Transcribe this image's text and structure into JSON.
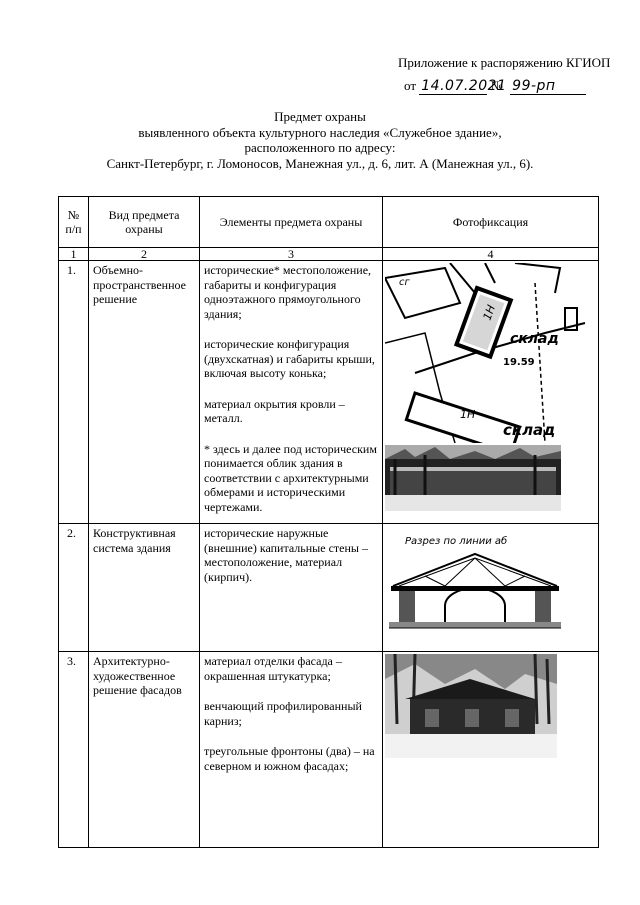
{
  "header": {
    "appendix_title": "Приложение к распоряжению КГИОП",
    "from_label": "от",
    "date_handwritten": "14.07.2021",
    "number_label": "№",
    "number_handwritten": "99-рп"
  },
  "heading": {
    "line1": "Предмет охраны",
    "line2": "выявленного объекта культурного наследия «Служебное здание»,",
    "line3": "расположенного по адресу:",
    "line4": "Санкт-Петербург, г. Ломоносов, Манежная ул., д. 6, лит. А (Манежная ул., 6)."
  },
  "table": {
    "columns": [
      "№ п/п",
      "Вид предмета охраны",
      "Элементы предмета охраны",
      "Фотофиксация"
    ],
    "column_numbers": [
      "1",
      "2",
      "3",
      "4"
    ],
    "rows": [
      {
        "num": "1.",
        "type": "Объемно-пространственное решение",
        "elements": [
          "исторические* местоположение, габариты и конфигурация одноэтажного прямоугольного здания;",
          "исторические конфигурация (двухскатная) и габариты крыши, включая высоту конька;",
          "материал окрытия кровли – металл.",
          "* здесь и далее под историческим понимается облик здания в соответствии с архитектурными обмерами и историческими чертежами."
        ],
        "map_labels": {
          "a": "сг",
          "b": "1Н",
          "c": "склад",
          "d": "19.59",
          "e": "1Н",
          "f": "склад"
        }
      },
      {
        "num": "2.",
        "type": "Конструктивная система здания",
        "elements": [
          "исторические наружные (внешние)  капитальные стены – местоположение, материал (кирпич)."
        ],
        "drawing_caption": "Разрез по линии аб"
      },
      {
        "num": "3.",
        "type": "Архитектурно-художественное решение фасадов",
        "elements": [
          "материал отделки фасада – окрашенная штукатурка;",
          "венчающий профилированный карниз;",
          "треугольные фронтоны (два) – на северном и южном фасадах;"
        ]
      }
    ]
  }
}
